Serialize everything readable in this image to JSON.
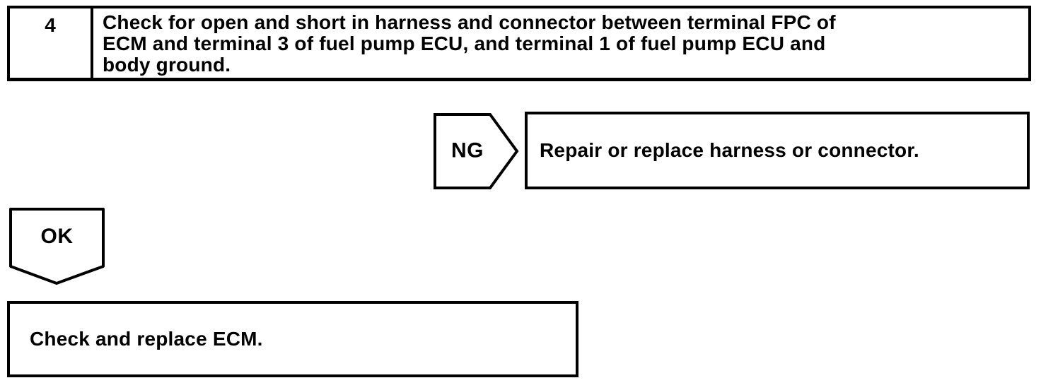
{
  "step": {
    "number": "4",
    "instruction_lines": [
      "Check for open and short in harness and connector between terminal FPC of",
      "ECM and terminal 3 of fuel pump ECU, and terminal 1 of fuel pump ECU and",
      "body ground."
    ]
  },
  "ng_branch": {
    "label": "NG",
    "action": "Repair or replace harness or connector."
  },
  "ok_branch": {
    "label": "OK",
    "action": "Check and replace ECM."
  },
  "colors": {
    "line": "#000000",
    "background": "#ffffff"
  }
}
